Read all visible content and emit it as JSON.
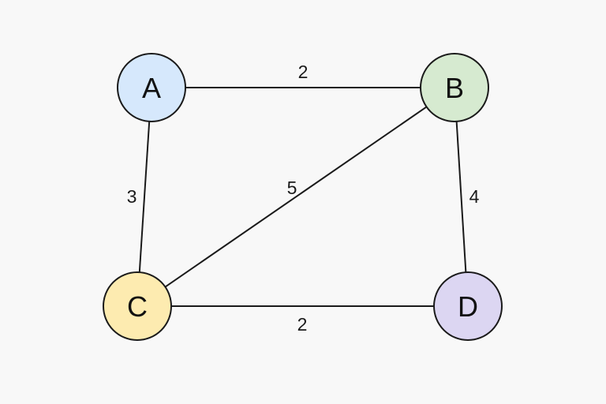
{
  "graph": {
    "nodes": [
      {
        "id": "A",
        "label": "A",
        "color": "#d6e8fc"
      },
      {
        "id": "B",
        "label": "B",
        "color": "#d6ead0"
      },
      {
        "id": "C",
        "label": "C",
        "color": "#fdebb0"
      },
      {
        "id": "D",
        "label": "D",
        "color": "#dcd6f2"
      }
    ],
    "edges": [
      {
        "from": "A",
        "to": "B",
        "weight": "2"
      },
      {
        "from": "A",
        "to": "C",
        "weight": "3"
      },
      {
        "from": "B",
        "to": "C",
        "weight": "5"
      },
      {
        "from": "B",
        "to": "D",
        "weight": "4"
      },
      {
        "from": "C",
        "to": "D",
        "weight": "2"
      }
    ]
  }
}
